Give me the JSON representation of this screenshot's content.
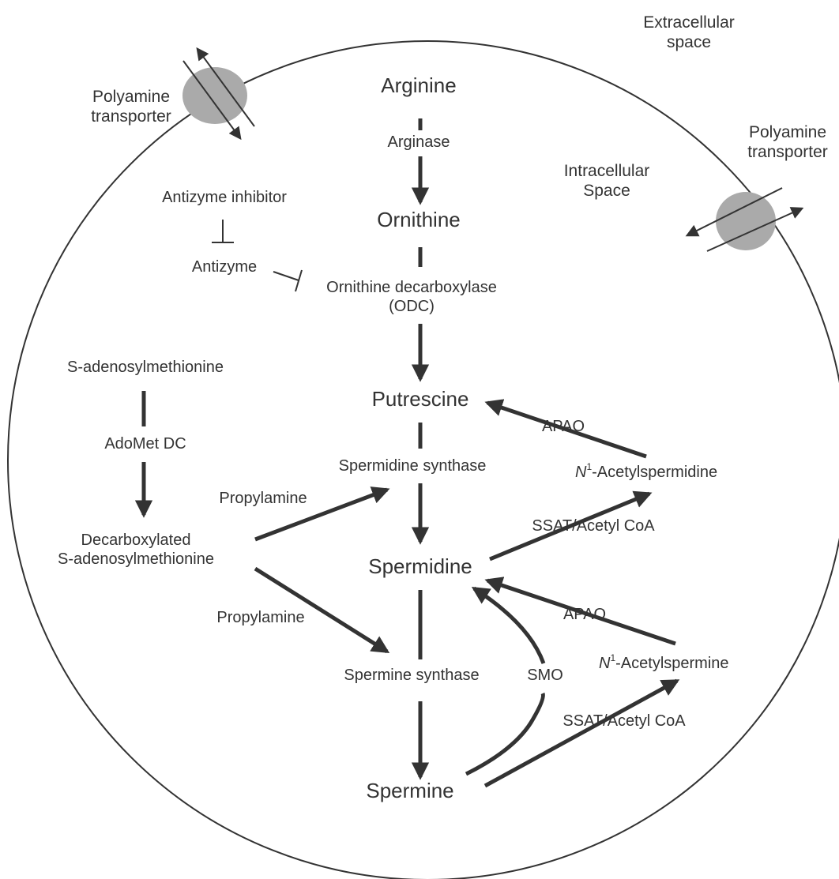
{
  "regions": {
    "extracellular": [
      "Extracellular",
      "space"
    ],
    "intracellular": [
      "Intracellular",
      "Space"
    ]
  },
  "transporters": {
    "left": [
      "Polyamine",
      "transporter"
    ],
    "right": [
      "Polyamine",
      "transporter"
    ]
  },
  "metabolites": {
    "arginine": "Arginine",
    "ornithine": "Ornithine",
    "putrescine": "Putrescine",
    "spermidine": "Spermidine",
    "spermine": "Spermine",
    "sam": "S-adenosylmethionine",
    "dcsam": [
      "Decarboxylated",
      "S-adenosylmethionine"
    ],
    "acetylspermidine": {
      "n": "N",
      "sup": "1",
      "rest": "-Acetylspermidine"
    },
    "acetylspermine": {
      "n": "N",
      "sup": "1",
      "rest": "-Acetylspermine"
    }
  },
  "enzymes": {
    "arginase": "Arginase",
    "odc": [
      "Ornithine decarboxylase",
      "(ODC)"
    ],
    "adometdc": "AdoMet DC",
    "spermidine_synthase": "Spermidine synthase",
    "spermine_synthase": "Spermine synthase",
    "apao_top": "APAO",
    "apao_bottom": "APAO",
    "ssat_top": "SSAT/Acetyl CoA",
    "ssat_bottom": "SSAT/Acetyl CoA",
    "smo": "SMO"
  },
  "regulators": {
    "antizyme_inhibitor": "Antizyme inhibitor",
    "antizyme": "Antizyme"
  },
  "byproducts": {
    "propylamine_top": "Propylamine",
    "propylamine_bottom": "Propylamine"
  },
  "colors": {
    "line": "#333333",
    "transporter_fill": "#aaaaaa",
    "text": "#333333"
  }
}
